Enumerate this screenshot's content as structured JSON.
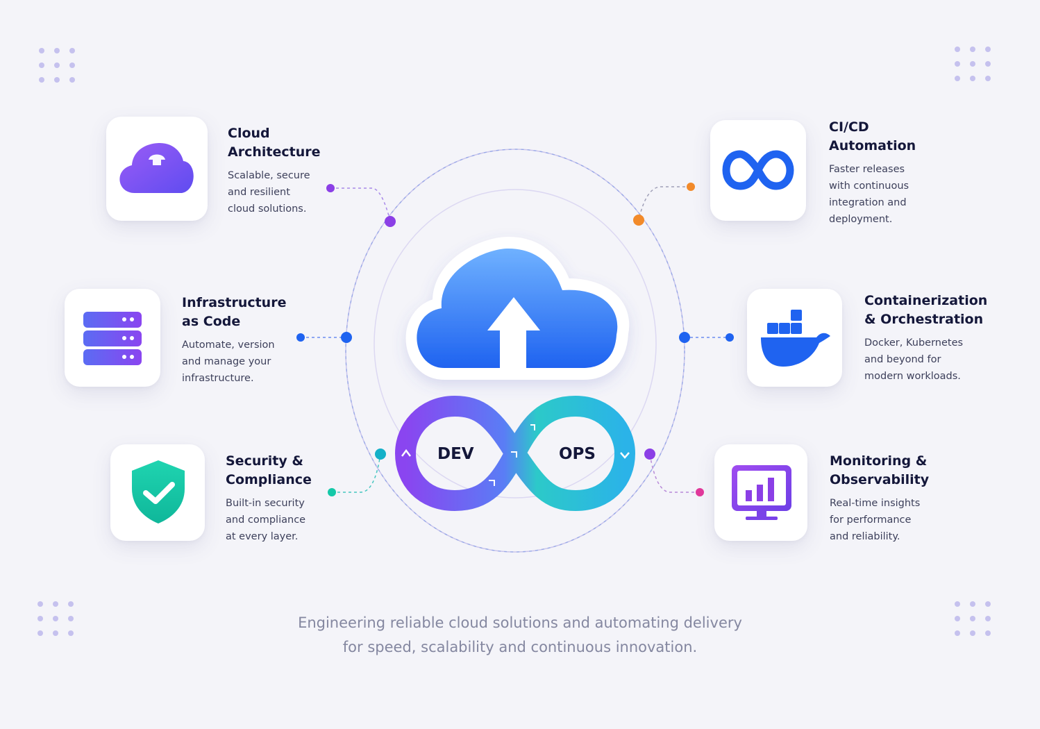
{
  "features": {
    "cloud_architecture": {
      "title": "Cloud\nArchitecture",
      "description": "Scalable, secure\nand resilient\ncloud solutions.",
      "icon": "cloud-icon",
      "accent": "#8b3fe6"
    },
    "infrastructure_as_code": {
      "title": "Infrastructure\nas Code",
      "description": "Automate, version\nand manage your\ninfrastructure.",
      "icon": "server-stack-icon",
      "accent": "#2f5fe8"
    },
    "security_compliance": {
      "title": "Security &\nCompliance",
      "description": "Built-in security\nand compliance\nat every layer.",
      "icon": "shield-check-icon",
      "accent": "#14c8a8"
    },
    "cicd_automation": {
      "title": "CI/CD\nAutomation",
      "description": "Faster releases\nwith continuous\nintegration and\ndeployment.",
      "icon": "infinity-icon",
      "accent": "#f28a2a"
    },
    "containerization": {
      "title": "Containerization\n& Orchestration",
      "description": "Docker, Kubernetes\nand beyond for\nmodern workloads.",
      "icon": "docker-whale-icon",
      "accent": "#1f63f0"
    },
    "monitoring": {
      "title": "Monitoring &\nObservability",
      "description": "Real-time insights\nfor performance\nand reliability.",
      "icon": "monitor-chart-icon",
      "accent": "#8b3fe6"
    }
  },
  "center": {
    "dev_label": "DEV",
    "ops_label": "OPS",
    "icon": "cloud-upload-icon"
  },
  "caption": "Engineering reliable cloud solutions and automating delivery\nfor speed, scalability and continuous innovation."
}
